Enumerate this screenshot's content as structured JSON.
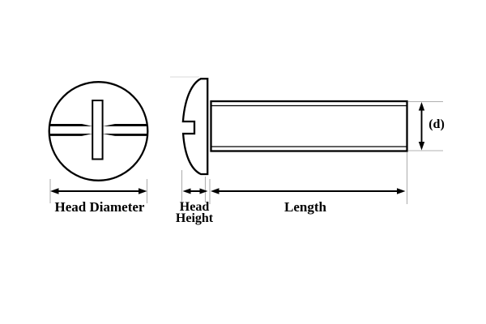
{
  "diagram": {
    "subject": "machine-screw-dimension-diagram",
    "labels": {
      "head_diameter": "Head Diameter",
      "head_height_line1": "Head",
      "head_height_line2": "Height",
      "length": "Length",
      "shank_diameter": "(d)"
    },
    "colors": {
      "line": "#000000",
      "extension_line": "#b0b0b0",
      "background": "#ffffff"
    },
    "views": {
      "front_view": "screw head top view with combination phillips and slotted drive",
      "side_view": "screw side profile with truss head and shank"
    }
  }
}
